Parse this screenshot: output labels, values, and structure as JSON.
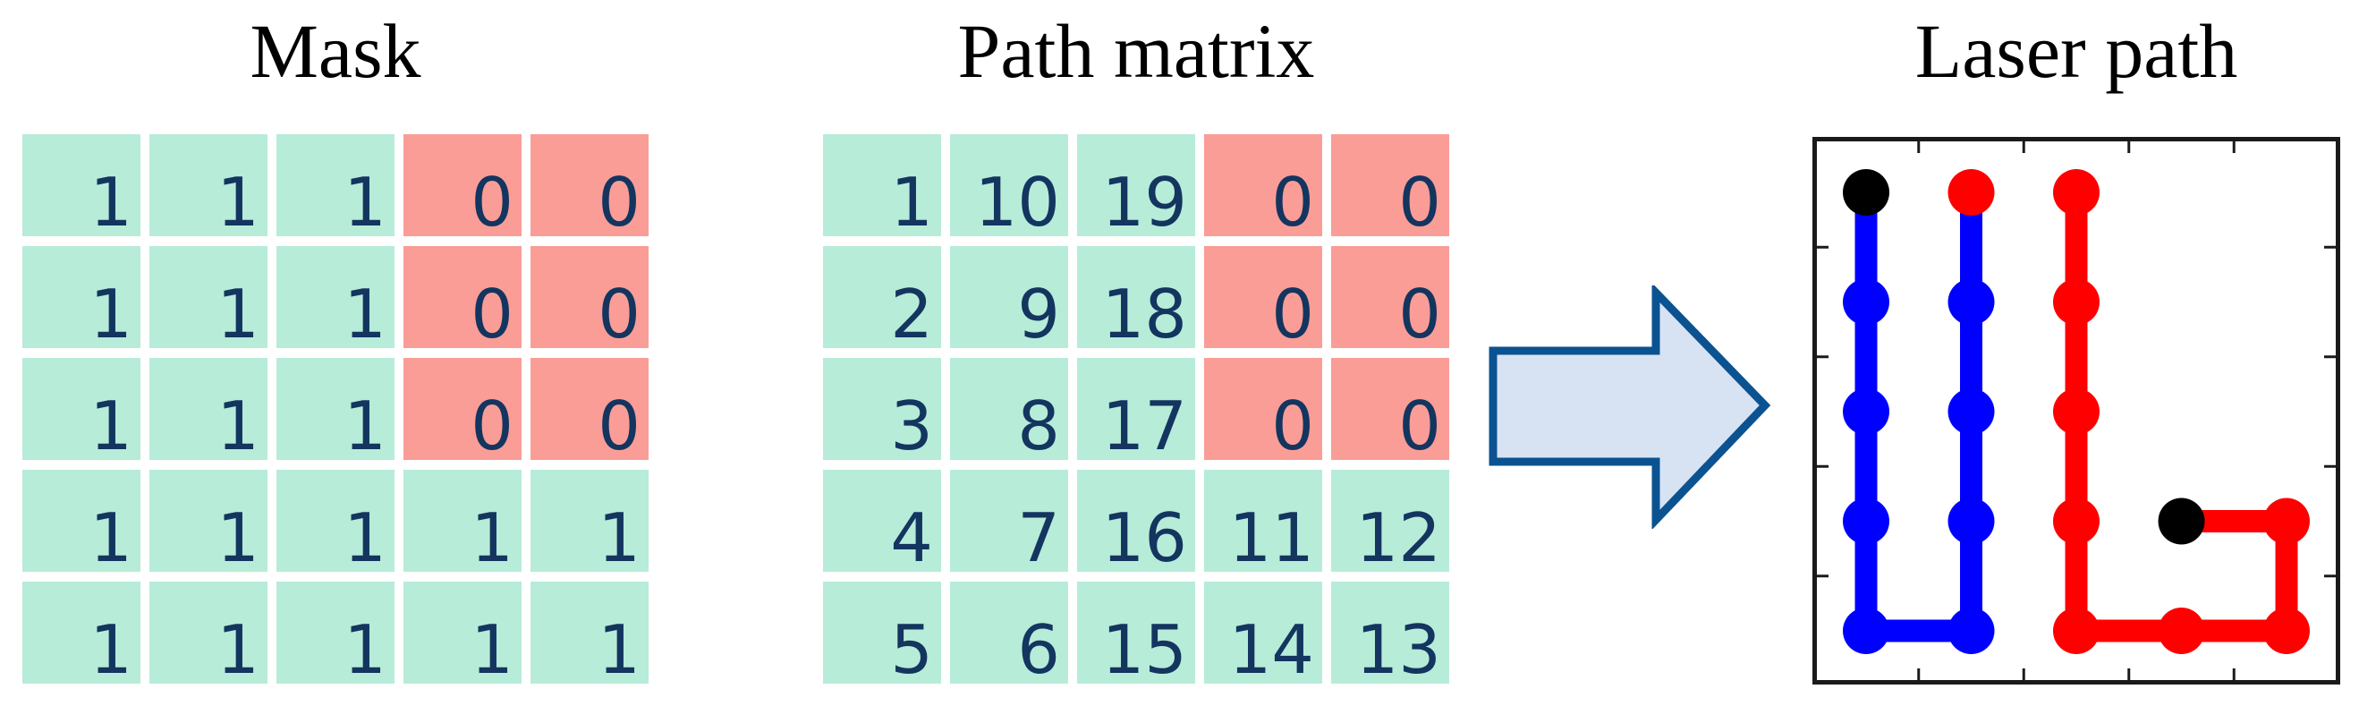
{
  "titles": {
    "mask": "Mask",
    "path_matrix": "Path matrix",
    "laser_path": "Laser path"
  },
  "colors": {
    "cell_active": "#b7ecd8",
    "cell_blocked": "#fa9d97",
    "cell_text": "#13355f",
    "path_blue": "#0000ff",
    "path_red": "#ff0000",
    "marker_start_black": "#000000",
    "marker_end_red": "#ff0000",
    "arrow_fill": "#d7e3f3",
    "arrow_border": "#0b5291",
    "plot_frame": "#1a1a1a"
  },
  "mask": {
    "blocked_value": 0,
    "rows": [
      [
        1,
        1,
        1,
        0,
        0
      ],
      [
        1,
        1,
        1,
        0,
        0
      ],
      [
        1,
        1,
        1,
        0,
        0
      ],
      [
        1,
        1,
        1,
        1,
        1
      ],
      [
        1,
        1,
        1,
        1,
        1
      ]
    ]
  },
  "path_matrix": {
    "blocked_value": 0,
    "rows": [
      [
        1,
        10,
        19,
        0,
        0
      ],
      [
        2,
        9,
        18,
        0,
        0
      ],
      [
        3,
        8,
        17,
        0,
        0
      ],
      [
        4,
        7,
        16,
        11,
        12
      ],
      [
        5,
        6,
        15,
        14,
        13
      ]
    ]
  },
  "laser": {
    "grid_size": 5,
    "paths": [
      {
        "name": "pass-1-blue",
        "color": "#0000ff",
        "points": [
          [
            1,
            1
          ],
          [
            1,
            5
          ],
          [
            2,
            5
          ],
          [
            2,
            1
          ]
        ]
      },
      {
        "name": "pass-2-red",
        "color": "#ff0000",
        "points": [
          [
            4,
            4
          ],
          [
            5,
            4
          ],
          [
            5,
            5
          ],
          [
            3,
            5
          ],
          [
            3,
            1
          ]
        ]
      }
    ],
    "markers": [
      {
        "col": 1,
        "row": 2,
        "color": "#0000ff"
      },
      {
        "col": 1,
        "row": 3,
        "color": "#0000ff"
      },
      {
        "col": 1,
        "row": 4,
        "color": "#0000ff"
      },
      {
        "col": 1,
        "row": 5,
        "color": "#0000ff"
      },
      {
        "col": 2,
        "row": 5,
        "color": "#0000ff"
      },
      {
        "col": 2,
        "row": 4,
        "color": "#0000ff"
      },
      {
        "col": 2,
        "row": 3,
        "color": "#0000ff"
      },
      {
        "col": 2,
        "row": 2,
        "color": "#0000ff"
      },
      {
        "col": 2,
        "row": 1,
        "color": "#ff0000",
        "role": "end"
      },
      {
        "col": 5,
        "row": 4,
        "color": "#ff0000"
      },
      {
        "col": 5,
        "row": 5,
        "color": "#ff0000"
      },
      {
        "col": 4,
        "row": 5,
        "color": "#ff0000"
      },
      {
        "col": 3,
        "row": 5,
        "color": "#ff0000"
      },
      {
        "col": 3,
        "row": 4,
        "color": "#ff0000"
      },
      {
        "col": 3,
        "row": 3,
        "color": "#ff0000"
      },
      {
        "col": 3,
        "row": 2,
        "color": "#ff0000"
      },
      {
        "col": 3,
        "row": 1,
        "color": "#ff0000",
        "role": "end"
      },
      {
        "col": 1,
        "row": 1,
        "color": "#000000",
        "role": "start"
      },
      {
        "col": 4,
        "row": 4,
        "color": "#000000",
        "role": "start"
      }
    ]
  }
}
